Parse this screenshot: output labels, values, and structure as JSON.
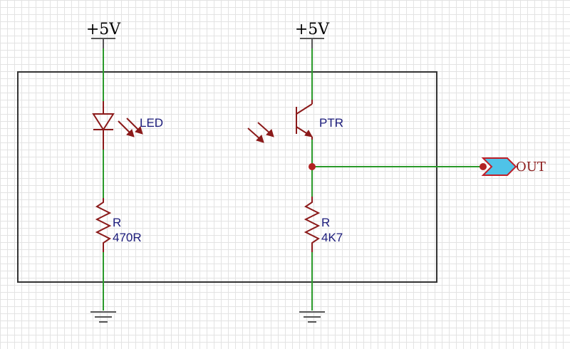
{
  "power": {
    "left": "+5V",
    "right": "+5V"
  },
  "led": {
    "label": "LED"
  },
  "ptr": {
    "label": "PTR"
  },
  "r1": {
    "name": "R",
    "value": "470R"
  },
  "r2": {
    "name": "R",
    "value": "4K7"
  },
  "output": {
    "label": "OUT"
  },
  "colors": {
    "wire": "#2a9a2a",
    "component": "#8b1a1a",
    "label": "#1a1a7a",
    "port_fill": "#4fc3e8"
  }
}
